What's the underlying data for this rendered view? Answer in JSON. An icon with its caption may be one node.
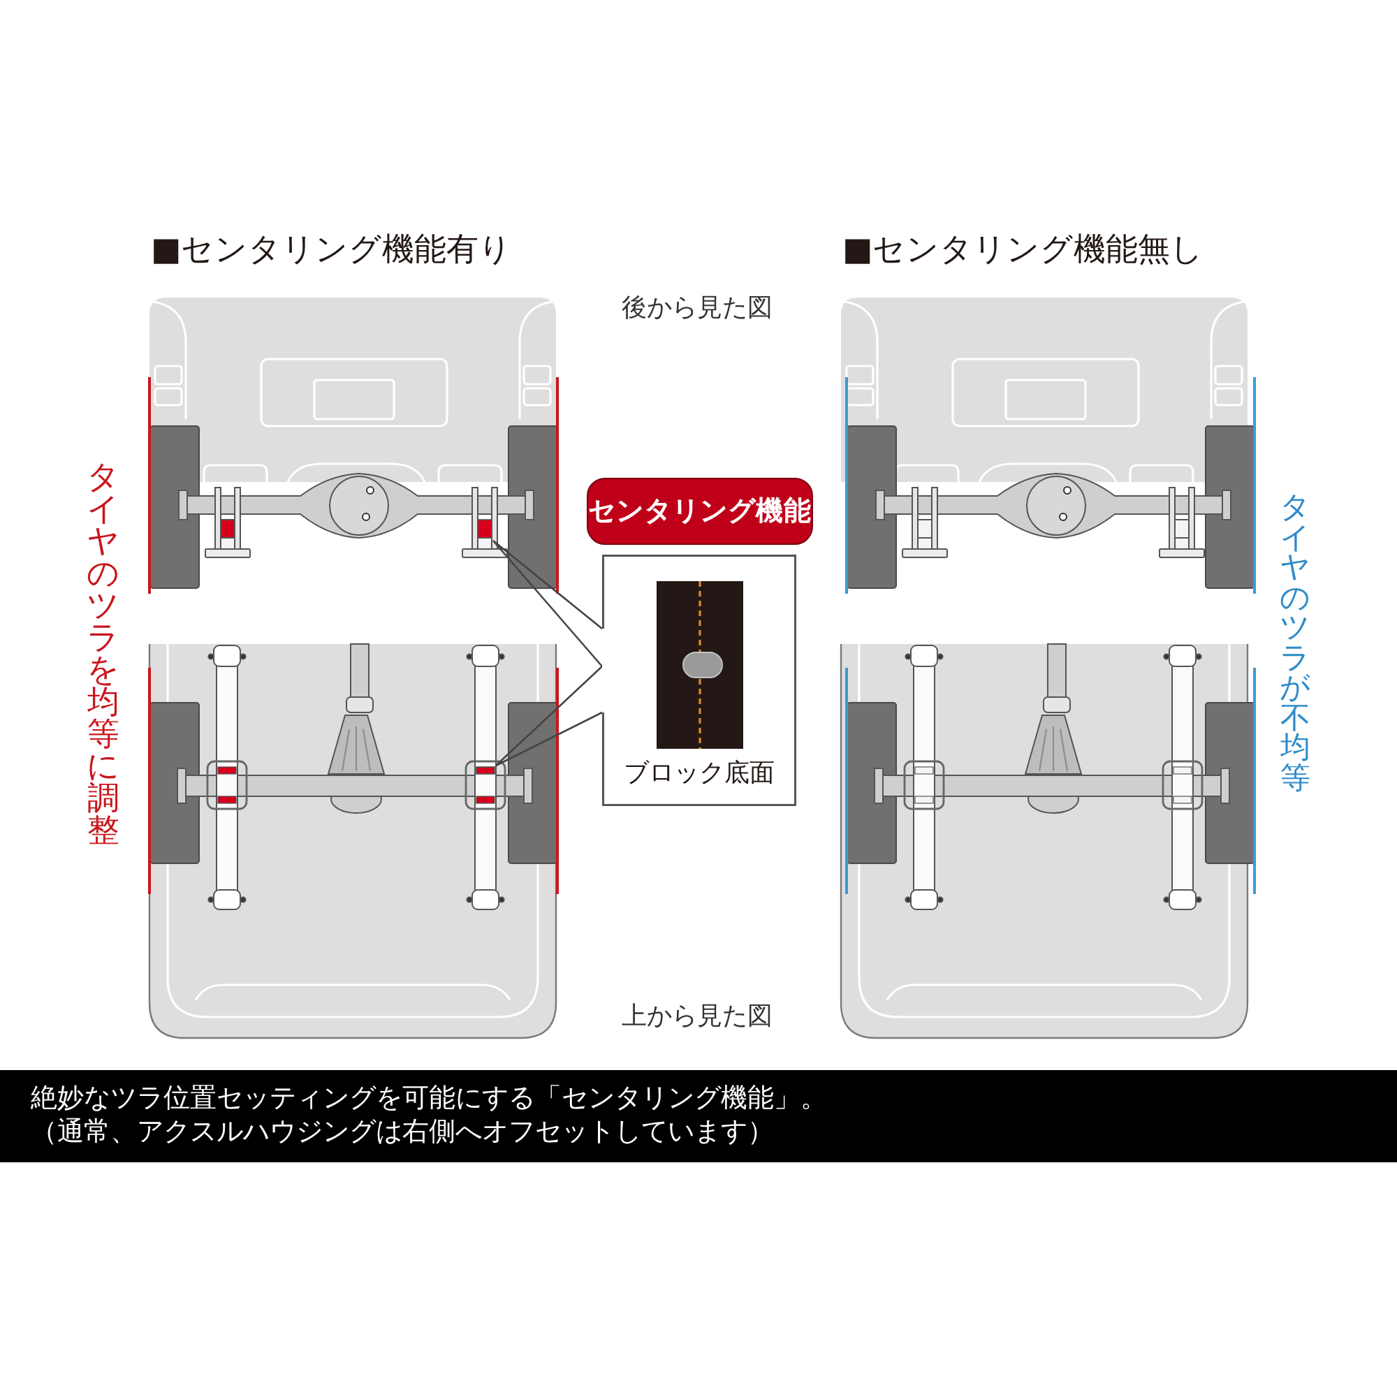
{
  "diagram": {
    "nodes": [
      {
        "text": [
          "センタリング機能"
        ]
      },
      {
        "text": [
          "ブロック底面"
        ]
      },
      {
        "text": [],
        "shape": "box"
      },
      {
        "text": [],
        "shape": "box"
      },
      {
        "text": [
          "絶妙なツラ位置セッティングを可能にする「センタリング機能」。",
          "（通常、アクスルハウジングは右側へオフセットしています）"
        ]
      }
    ],
    "edges": [
      {
        "from": 1,
        "to": 2,
        "arrow": "none"
      },
      {
        "from": 1,
        "to": 3,
        "arrow": "none"
      }
    ],
    "labels": [
      "■センタリング機能有り",
      "■センタリング機能無し",
      "後から見た図",
      "タイヤのツラを均等に調整",
      "タイヤのツラが不均等",
      "上から見た図"
    ]
  }
}
